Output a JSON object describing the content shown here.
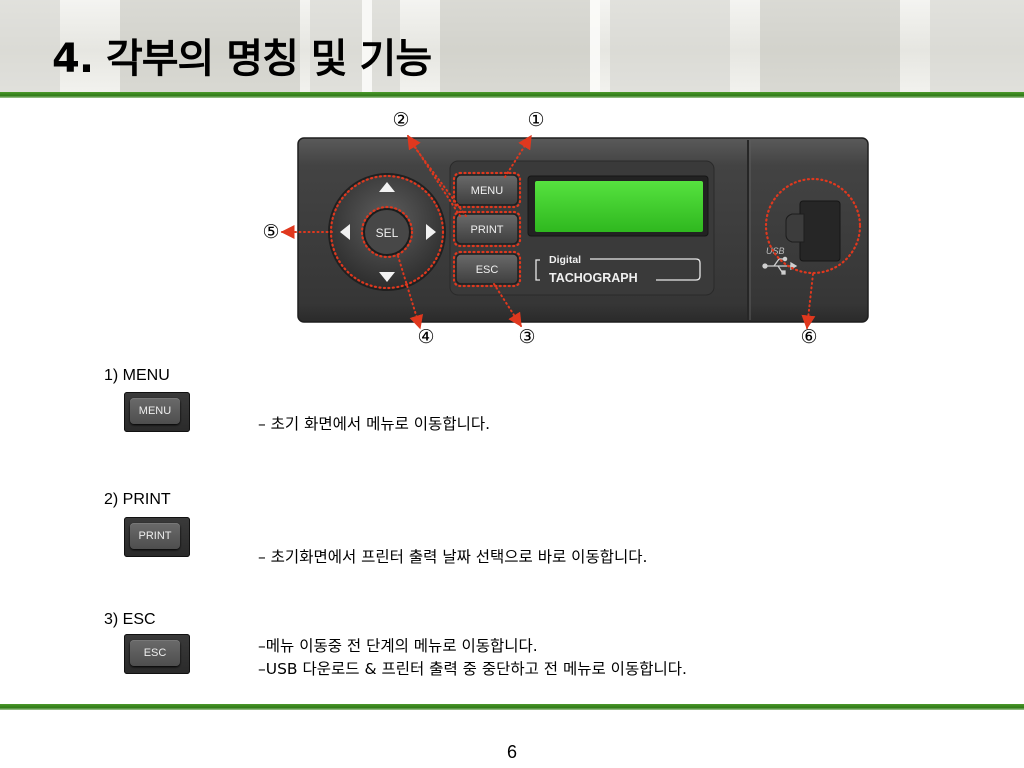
{
  "slide": {
    "title": "4. 각부의 명칭 및 기능",
    "page_number": "6"
  },
  "device": {
    "callouts": {
      "c1": "①",
      "c2": "②",
      "c3": "③",
      "c4": "④",
      "c5": "⑤",
      "c6": "⑥"
    },
    "buttons": {
      "menu": "MENU",
      "print": "PRINT",
      "esc": "ESC",
      "sel": "SEL"
    },
    "brand_line1": "Digital",
    "brand_line2": "TACHOGRAPH",
    "usb_label": "USB",
    "colors": {
      "lcd": "#3bd22a",
      "callout_arrow": "#e0381e",
      "body": "#3a3a3a"
    }
  },
  "sections": [
    {
      "label": "1) MENU",
      "button": "MENU",
      "desc_lines": [
        "– 초기 화면에서 메뉴로 이동합니다."
      ]
    },
    {
      "label": "2) PRINT",
      "button": "PRINT",
      "desc_lines": [
        "– 초기화면에서 프린터 출력 날짜 선택으로 바로 이동합니다."
      ]
    },
    {
      "label": "3) ESC",
      "button": "ESC",
      "desc_lines": [
        "–메뉴 이동중 전 단계의 메뉴로 이동합니다.",
        "–USB 다운로드 & 프린터 출력 중 중단하고 전 메뉴로 이동합니다."
      ]
    }
  ]
}
